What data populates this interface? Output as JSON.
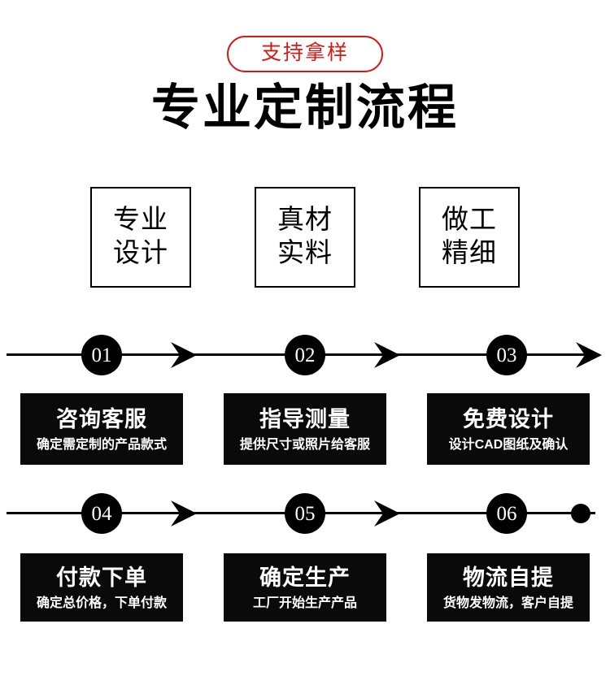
{
  "badge": {
    "label": "支持拿样",
    "color": "#d31b16"
  },
  "title": "专业定制流程",
  "features": [
    {
      "line1": "专业",
      "line2": "设计"
    },
    {
      "line1": "真材",
      "line2": "实料"
    },
    {
      "line1": "做工",
      "line2": "精细"
    }
  ],
  "timeline": {
    "rows": [
      {
        "nodes": [
          "01",
          "02",
          "03"
        ],
        "end_marker": "arrow-icon"
      },
      {
        "nodes": [
          "04",
          "05",
          "06"
        ],
        "end_marker": "dot-icon"
      }
    ]
  },
  "steps": [
    {
      "number": "01",
      "title": "咨询客服",
      "subtitle": "确定需定制的产品款式"
    },
    {
      "number": "02",
      "title": "指导测量",
      "subtitle": "提供尺寸或照片给客服"
    },
    {
      "number": "03",
      "title": "免费设计",
      "subtitle": "设计CAD图纸及确认"
    },
    {
      "number": "04",
      "title": "付款下单",
      "subtitle": "确定总价格，下单付款"
    },
    {
      "number": "05",
      "title": "确定生产",
      "subtitle": "工厂开始生产产品"
    },
    {
      "number": "06",
      "title": "物流自提",
      "subtitle": "货物发物流，客户自提"
    }
  ],
  "colors": {
    "accent": "#d31b16",
    "card_bg": "#0a0a0a",
    "text": "#000000",
    "card_text": "#ffffff"
  }
}
